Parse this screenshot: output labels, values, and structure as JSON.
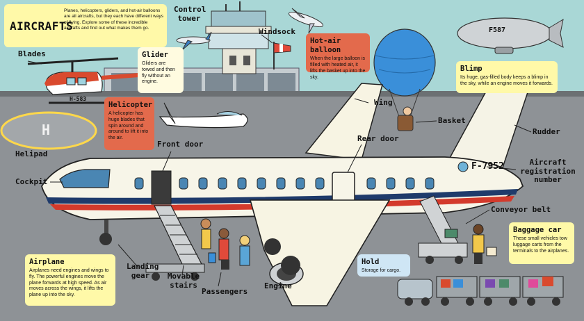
{
  "title": "AIRCRAFTS",
  "intro": "Planes, helicopters, gliders, and hot-air balloons are all aircrafts, but they each have different ways of flying. Explore some of these incredible aircrafts and find out what makes them go.",
  "labels": {
    "blades": "Blades",
    "control_tower": "Control tower",
    "windsock": "Windsock",
    "helipad": "Helipad",
    "cockpit": "Cockpit",
    "front_door": "Front door",
    "wing": "Wing",
    "basket": "Basket",
    "rudder": "Rudder",
    "rear_door": "Rear door",
    "registration": "Aircraft registration number",
    "conveyor_belt": "Conveyor belt",
    "landing_gear": "Landing gear",
    "movable_stairs": "Movable stairs",
    "passengers": "Passengers",
    "engine": "Engine"
  },
  "boxes": {
    "glider": {
      "heading": "Glider",
      "text": "Gliders are towed and then fly without an engine."
    },
    "helicopter": {
      "heading": "Helicopter",
      "text": "A helicopter has huge blades that spin around and around to lift it into the air."
    },
    "balloon": {
      "heading": "Hot-air balloon",
      "text": "When the large balloon is filled with heated air, it lifts the basket up into the sky."
    },
    "blimp": {
      "heading": "Blimp",
      "text": "Its huge, gas-filled body keeps a blimp in the sky, while an engine moves it forwards."
    },
    "airplane": {
      "heading": "Airplane",
      "text": "Airplanes need engines and wings to fly. The powerful engines move the plane forwards at high speed. As air moves across the wings, it lifts the plane up into the sky."
    },
    "hold": {
      "heading": "Hold",
      "text": "Storage for cargo."
    },
    "baggage": {
      "heading": "Baggage car",
      "text": "These small vehicles tow luggage carts from the terminals to the airplanes."
    }
  },
  "markings": {
    "plane_reg": "F-7952",
    "blimp_reg": "F587",
    "heli_reg": "H-583",
    "helipad_letter": "H"
  },
  "colors": {
    "sky": "#a9d7d6",
    "ground": "#8e9296",
    "plane_stripe": "#d33a2c",
    "plane_navy": "#1f3b6b",
    "balloon": "#3a8fd9",
    "label_box_yellow": "#fff9a8",
    "label_box_red": "#e36a4c"
  }
}
